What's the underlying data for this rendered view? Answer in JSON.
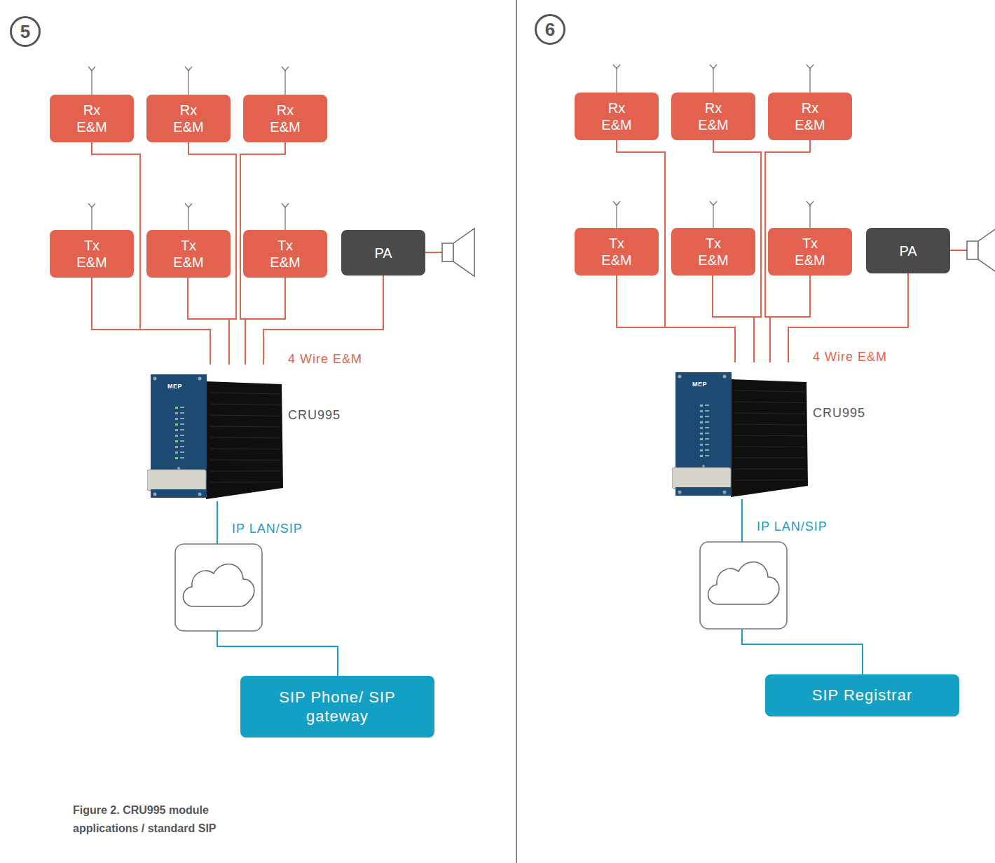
{
  "diagram": {
    "caption": "Figure 2. CRU995 module applications / standard SIP",
    "nodes": [
      {
        "text": [
          "5"
        ]
      },
      {
        "text": [
          "Rx E&M"
        ]
      },
      {
        "text": [
          "Rx E&M"
        ]
      },
      {
        "text": [
          "Rx E&M"
        ]
      },
      {
        "text": [
          "Tx E&M"
        ]
      },
      {
        "text": [
          "Tx E&M"
        ]
      },
      {
        "text": [
          "Tx E&M"
        ]
      },
      {
        "text": [
          "PA"
        ]
      },
      {
        "text": [
          "CRU995"
        ]
      },
      {
        "text": [
          "SIP Phone/ SIP gateway"
        ]
      },
      {
        "text": [
          "6"
        ]
      },
      {
        "text": [
          "Rx E&M"
        ]
      },
      {
        "text": [
          "Rx E&M"
        ]
      },
      {
        "text": [
          "Rx E&M"
        ]
      },
      {
        "text": [
          "Tx E&M"
        ]
      },
      {
        "text": [
          "Tx E&M"
        ]
      },
      {
        "text": [
          "Tx E&M"
        ]
      },
      {
        "text": [
          "PA"
        ]
      },
      {
        "text": [
          "CRU995"
        ]
      },
      {
        "text": [
          "SIP Registrar"
        ]
      }
    ],
    "edges": [
      {
        "from": 1,
        "to": 8,
        "arrow": "none"
      },
      {
        "from": 4,
        "to": 8,
        "arrow": "none"
      },
      {
        "from": 2,
        "to": 8,
        "arrow": "none"
      },
      {
        "from": 5,
        "to": 8,
        "arrow": "none"
      },
      {
        "from": 3,
        "to": 8,
        "arrow": "none"
      },
      {
        "from": 6,
        "to": 8,
        "arrow": "none"
      },
      {
        "from": 7,
        "to": 8,
        "arrow": "none"
      },
      {
        "from": 8,
        "to": 9,
        "arrow": "none"
      },
      {
        "from": 11,
        "to": 18,
        "arrow": "none"
      },
      {
        "from": 14,
        "to": 18,
        "arrow": "none"
      },
      {
        "from": 12,
        "to": 18,
        "arrow": "none"
      },
      {
        "from": 15,
        "to": 18,
        "arrow": "none"
      },
      {
        "from": 13,
        "to": 18,
        "arrow": "none"
      },
      {
        "from": 16,
        "to": 18,
        "arrow": "none"
      },
      {
        "from": 17,
        "to": 18,
        "arrow": "none"
      },
      {
        "from": 18,
        "to": 19,
        "arrow": "none"
      }
    ],
    "labels": [
      "4 Wire E&M",
      "IP LAN/SIP",
      "MEP",
      "4 Wire E&M",
      "IP LAN/SIP",
      "MEP"
    ]
  }
}
